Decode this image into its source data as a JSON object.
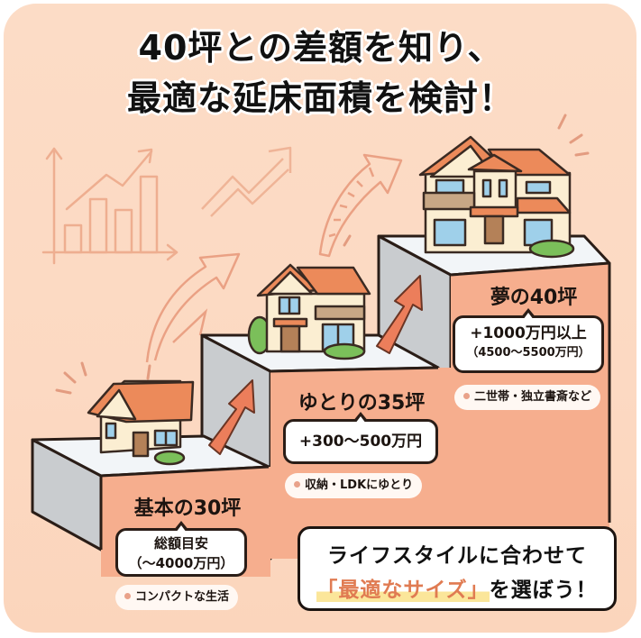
{
  "title": {
    "line1": "40坪との差額を知り、",
    "line2": "最適な延床面積を検討！"
  },
  "steps": [
    {
      "label": "基本の30坪",
      "bubble_lines": [
        "総額目安",
        "（〜4000万円）"
      ],
      "pill": "コンパクトな生活",
      "house": "small-house"
    },
    {
      "label": "ゆとりの35坪",
      "bubble_lines": [
        "+300〜500万円"
      ],
      "pill": "収納・LDKにゆとり",
      "house": "two-story-house"
    },
    {
      "label": "夢の40坪",
      "bubble_lines": [
        "+1000万円以上",
        "（4500〜5500万円）"
      ],
      "pill": "二世帯・独立書斎など",
      "house": "large-house"
    }
  ],
  "cta": {
    "line1": "ライフスタイルに合わせて",
    "line2_open": "「",
    "line2_highlight": "最適なサイズ",
    "line2_close": "」",
    "line2_rest": "を選ぼう！"
  },
  "colors": {
    "background": "#fcdcc6",
    "step_front": "#f6ae8e",
    "step_side": "#c9cccf",
    "step_top": "#f2f5f8",
    "roof": "#ec8a5a",
    "arrow": "#ec7e5b",
    "highlight_text": "#e07b52",
    "outline": "#2a1d17"
  }
}
